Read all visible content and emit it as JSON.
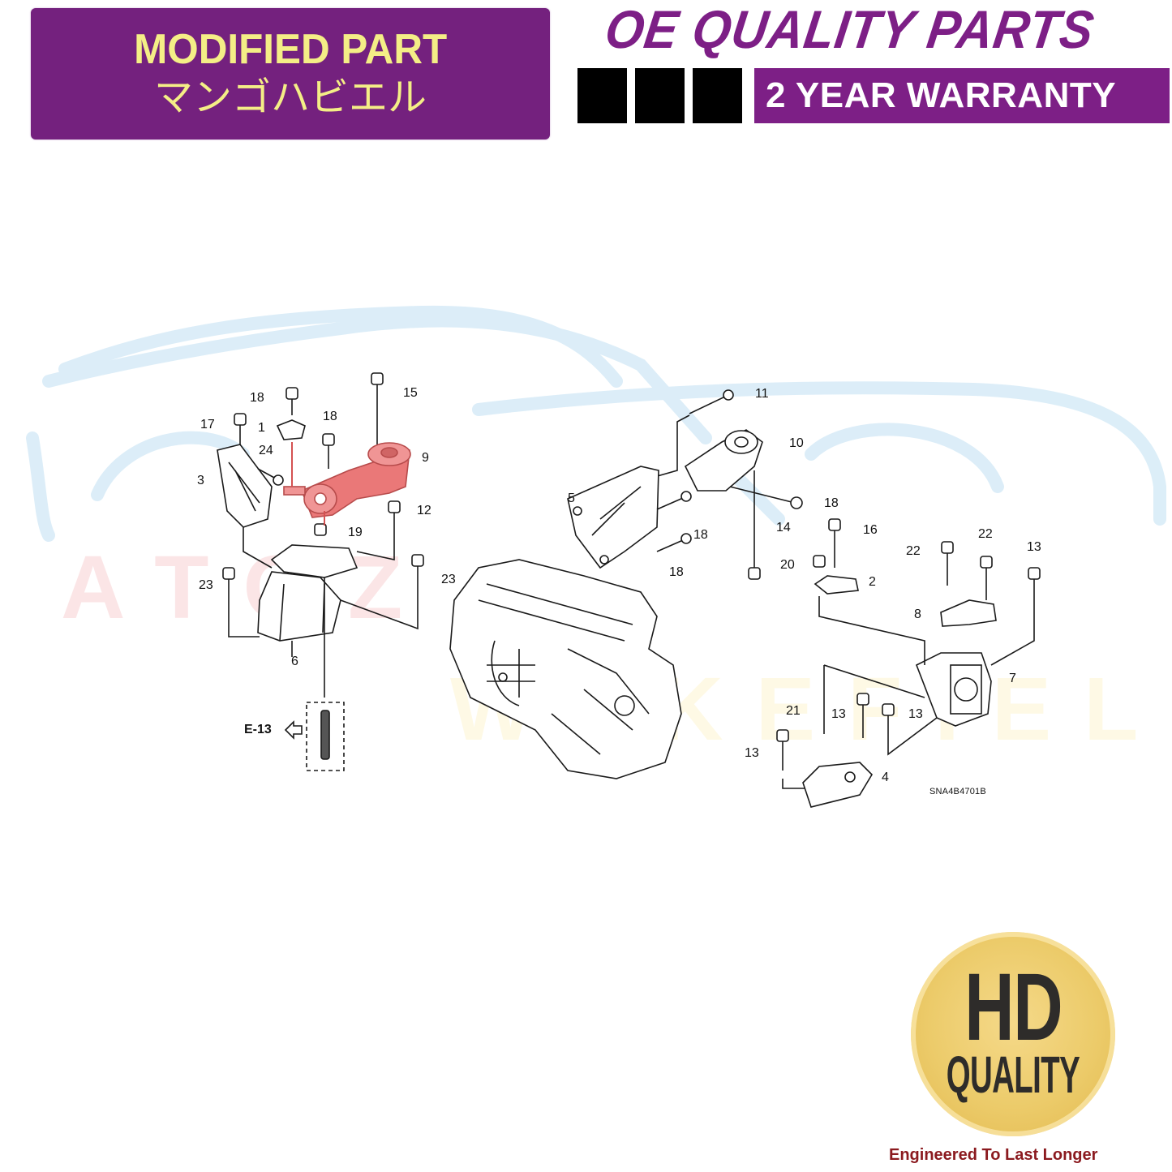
{
  "banner": {
    "modified_line1": "MODIFIED PART",
    "modified_line2": "マンゴハビエル",
    "oe_title": "OE QUALITY PARTS",
    "warranty": "2 YEAR WARRANTY",
    "colors": {
      "purple_box": "#74217e",
      "yellow_text": "#f4ee86",
      "oe_purple": "#7d1f86",
      "black": "#000000"
    }
  },
  "watermarks": {
    "left": "ATOZ",
    "right": "WAKEFIELD"
  },
  "diagram": {
    "highlight_color": "#e86a6a",
    "diagram_code": "SNA4B4701B",
    "reference_label": "E-13",
    "callouts": {
      "c1": "1",
      "c2": "2",
      "c3": "3",
      "c4": "4",
      "c5": "5",
      "c6": "6",
      "c7": "7",
      "c8": "8",
      "c9": "9",
      "c10": "10",
      "c11": "11",
      "c12": "12",
      "c13a": "13",
      "c13b": "13",
      "c13c": "13",
      "c13d": "13",
      "c14": "14",
      "c15": "15",
      "c16": "16",
      "c17": "17",
      "c18a": "18",
      "c18b": "18",
      "c18c": "18",
      "c18d": "18",
      "c18e": "18",
      "c19": "19",
      "c20": "20",
      "c21": "21",
      "c22a": "22",
      "c22b": "22",
      "c23a": "23",
      "c23b": "23",
      "c24": "24"
    }
  },
  "badge": {
    "hd": "HD",
    "quality": "QUALITY",
    "tagline": "Engineered To Last Longer",
    "colors": {
      "gold": "#eccb6a",
      "text": "#2e2c2a",
      "tagline": "#8b1a1f"
    }
  }
}
